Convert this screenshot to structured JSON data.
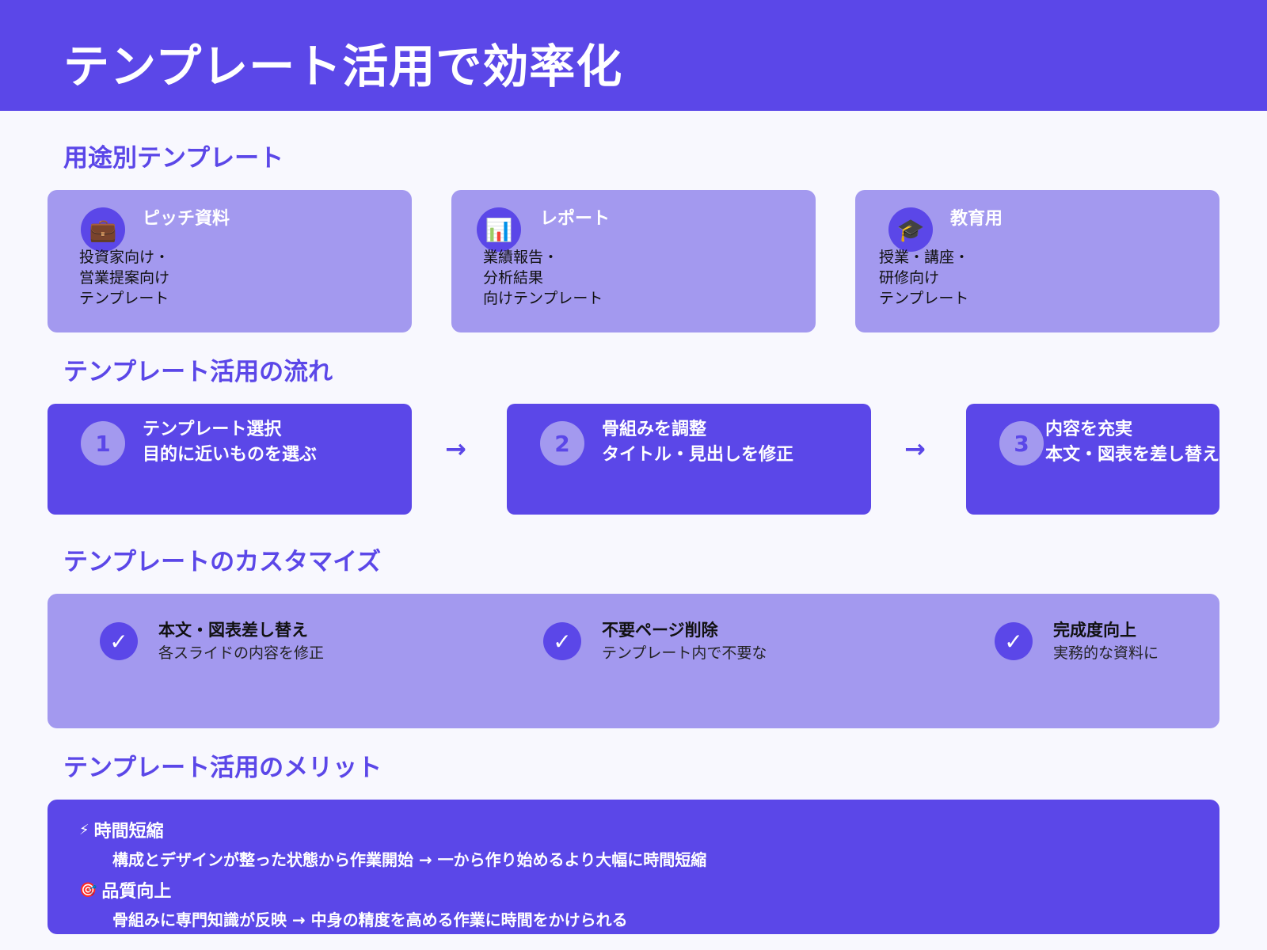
{
  "header": {
    "title": "テンプレート活用で効率化"
  },
  "colors": {
    "primary": "#5B47E8",
    "light": "#A399EF",
    "background": "#F8F8FE"
  },
  "use_cases": {
    "title": "用途別テンプレート",
    "cards": [
      {
        "icon": "💼",
        "icon_name": "briefcase-icon",
        "title": "ピッチ資料",
        "desc": "投資家向け・\n営業提案向け\nテンプレート"
      },
      {
        "icon": "📊",
        "icon_name": "bar-chart-icon",
        "title": "レポート",
        "desc": "業績報告・\n分析結果\n向けテンプレート"
      },
      {
        "icon": "🎓",
        "icon_name": "graduation-cap-icon",
        "title": "教育用",
        "desc": "授業・講座・\n研修向け\nテンプレート"
      }
    ]
  },
  "flow": {
    "title": "テンプレート活用の流れ",
    "arrow": "→",
    "steps": [
      {
        "num": "1",
        "title": "テンプレート選択",
        "desc": "目的に近いものを選ぶ"
      },
      {
        "num": "2",
        "title": "骨組みを調整",
        "desc": "タイトル・見出しを修正"
      },
      {
        "num": "3",
        "title": "内容を充実",
        "desc": "本文・図表を差し替え"
      }
    ]
  },
  "customize": {
    "title": "テンプレートのカスタマイズ",
    "check_glyph": "✓",
    "items": [
      {
        "title": "本文・図表差し替え",
        "desc": "各スライドの内容を修正"
      },
      {
        "title": "不要ページ削除",
        "desc": "テンプレート内で不要な"
      },
      {
        "title": "完成度向上",
        "desc": "実務的な資料に"
      }
    ]
  },
  "merits": {
    "title": "テンプレート活用のメリット",
    "items": [
      {
        "icon": "⚡",
        "icon_name": "lightning-icon",
        "title": "時間短縮",
        "desc": "構成とデザインが整った状態から作業開始 → 一から作り始めるより大幅に時間短縮"
      },
      {
        "icon": "🎯",
        "icon_name": "target-icon",
        "title": "品質向上",
        "desc": "骨組みに専門知識が反映 → 中身の精度を高める作業に時間をかけられる"
      }
    ]
  }
}
